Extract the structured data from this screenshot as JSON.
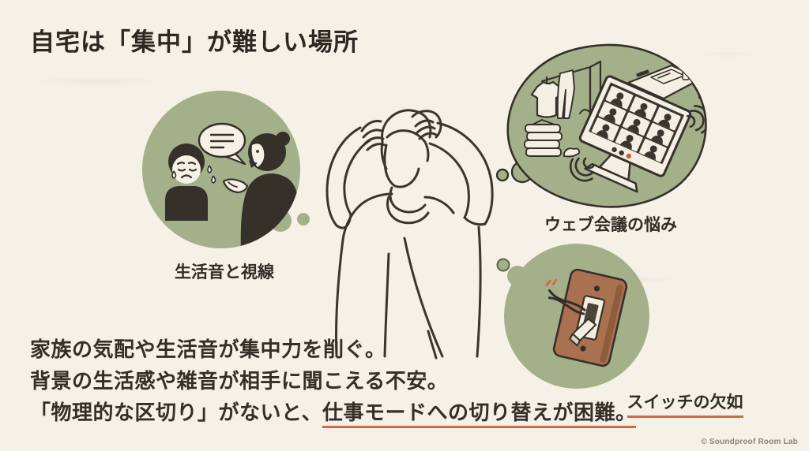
{
  "slide": {
    "title": "自宅は「集中」が難しい場所",
    "copyright": "© Soundproof Room Lab"
  },
  "bubbles": {
    "left": {
      "label": "生活音と視線",
      "illustration": "parent-scolding-crying-child"
    },
    "top_right": {
      "label": "ウェブ会議の悩み",
      "illustration": "cluttered-room-video-call-monitor"
    },
    "bottom_right": {
      "label": "スイッチの欠如",
      "illustration": "broken-light-switch"
    }
  },
  "center": {
    "illustration": "stressed-person-holding-head"
  },
  "body": {
    "line1": "家族の気配や生活音が集中力を削ぐ。",
    "line2": "背景の生活感や雑音が相手に聞こえる不安。",
    "line3_prefix": "「物理的な区切り」がないと、",
    "line3_underlined": "仕事モードへの切り替えが困難。"
  },
  "colors": {
    "background": "#f5f1e7",
    "bubble_green": "#a4b089",
    "ink": "#35312a",
    "accent_underline": "#cf6b48",
    "switch_plate_brown": "#a97150",
    "copyright_text": "#8c8471"
  }
}
